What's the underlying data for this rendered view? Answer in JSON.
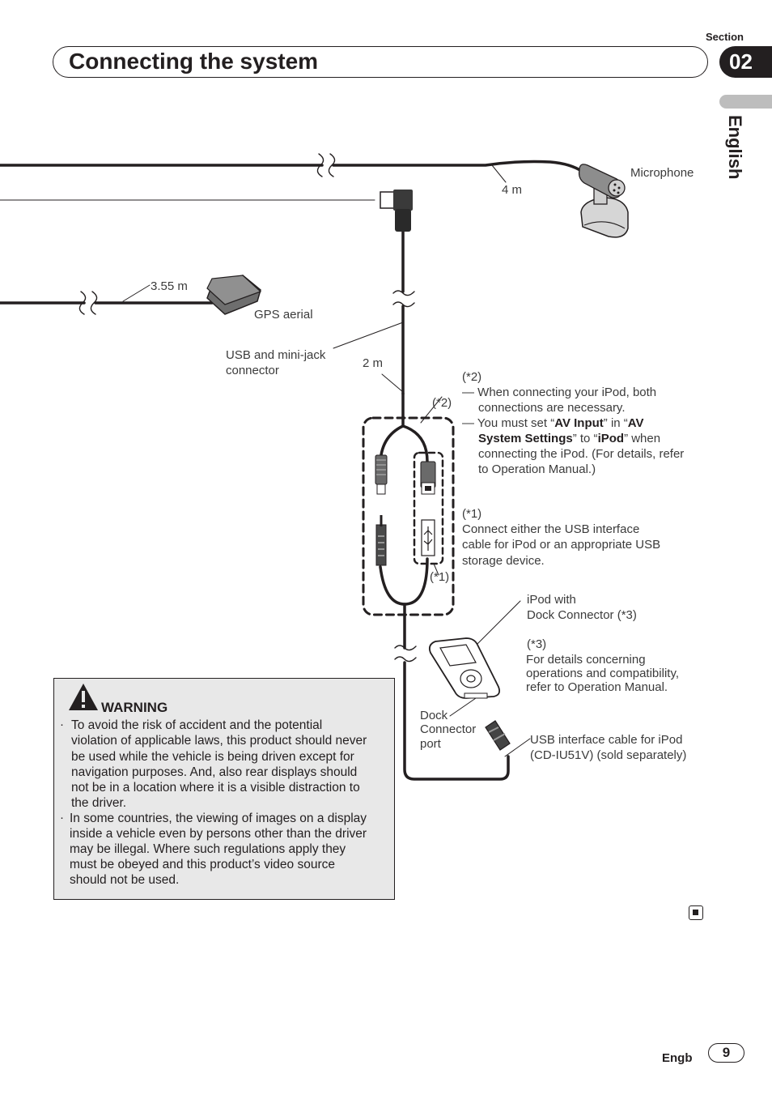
{
  "header": {
    "title": "Connecting the system",
    "section_label": "Section",
    "section_number": "02",
    "language_tab": "English"
  },
  "diagram": {
    "labels": {
      "microphone": "Microphone",
      "mic_cable_length": "4 m",
      "gps_cable_length": "3.55 m",
      "gps_aerial": "GPS aerial",
      "usb_connector_line1": "USB and mini-jack",
      "usb_connector_line2": "connector",
      "usb_cable_length": "2 m",
      "ref2_marker": "(*2)",
      "ref1_marker": "(*1)",
      "ipod_line1": "iPod with",
      "ipod_line2": "Dock Connector (*3)",
      "dock_line1": "Dock",
      "dock_line2": "Connector",
      "dock_line3": "port",
      "usb_ipod_cable_line1": "USB interface cable for iPod",
      "usb_ipod_cable_line2": "(CD-IU51V) (sold separately)"
    },
    "note2": {
      "marker": "(*2)",
      "item1_line1": "— When connecting your iPod, both",
      "item1_line2": "connections are necessary.",
      "item2_p1": "— You must set “",
      "item2_b1": "AV Input",
      "item2_p2": "” in “",
      "item2_b2": "AV",
      "item2_b3": "System Settings",
      "item2_p3": "” to “",
      "item2_b4": "iPod",
      "item2_p4": "” when",
      "item2_line4": "connecting the iPod. (For details, refer",
      "item2_line5": "to Operation Manual.)"
    },
    "note1": {
      "marker": "(*1)",
      "line1": "Connect either the USB interface",
      "line2": "cable for iPod or an appropriate USB",
      "line3": "storage device."
    },
    "note3": {
      "marker": "(*3)",
      "line1": "For details concerning",
      "line2": "operations and compatibility,",
      "line3": "refer to Operation Manual."
    }
  },
  "warning": {
    "title": "WARNING",
    "bullet": "·",
    "item1": [
      "To avoid the risk of accident and the potential",
      "violation of applicable laws, this product should never",
      "be used while the vehicle is being driven except for",
      "navigation purposes. And, also rear displays should",
      "not be in a location where it is a visible distraction to",
      "the driver."
    ],
    "item2": [
      "In some countries, the viewing of images on a display",
      "inside a vehicle even by persons other than the driver",
      "may be illegal. Where such regulations apply they",
      "must be obeyed and this product’s video source",
      "should not be used."
    ]
  },
  "footer": {
    "lang_code": "Engb",
    "page_number": "9"
  }
}
